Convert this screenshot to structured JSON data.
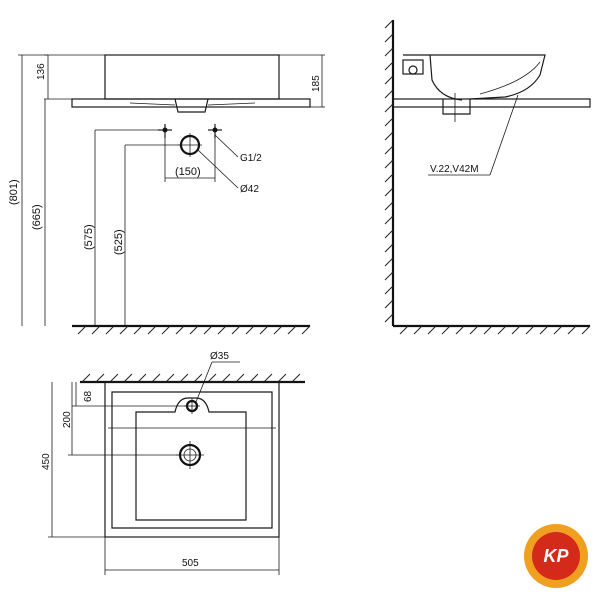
{
  "front_view": {
    "dim_136": "136",
    "dim_185": "185",
    "dim_801": "(801)",
    "dim_665": "(665)",
    "dim_575": "(575)",
    "dim_525": "(525)",
    "dim_150": "(150)",
    "thread_label": "G1/2",
    "drain_diameter": "Ø42"
  },
  "side_view": {
    "part_code": "V.22,V42M"
  },
  "top_view": {
    "tap_hole_diameter": "Ø35",
    "dim_68": "68",
    "dim_200": "200",
    "dim_450": "450",
    "dim_505": "505"
  },
  "logo": {
    "text": "KP",
    "outer_color": "#f0a020",
    "inner_color": "#d42a1a",
    "text_color": "#ffffff"
  }
}
